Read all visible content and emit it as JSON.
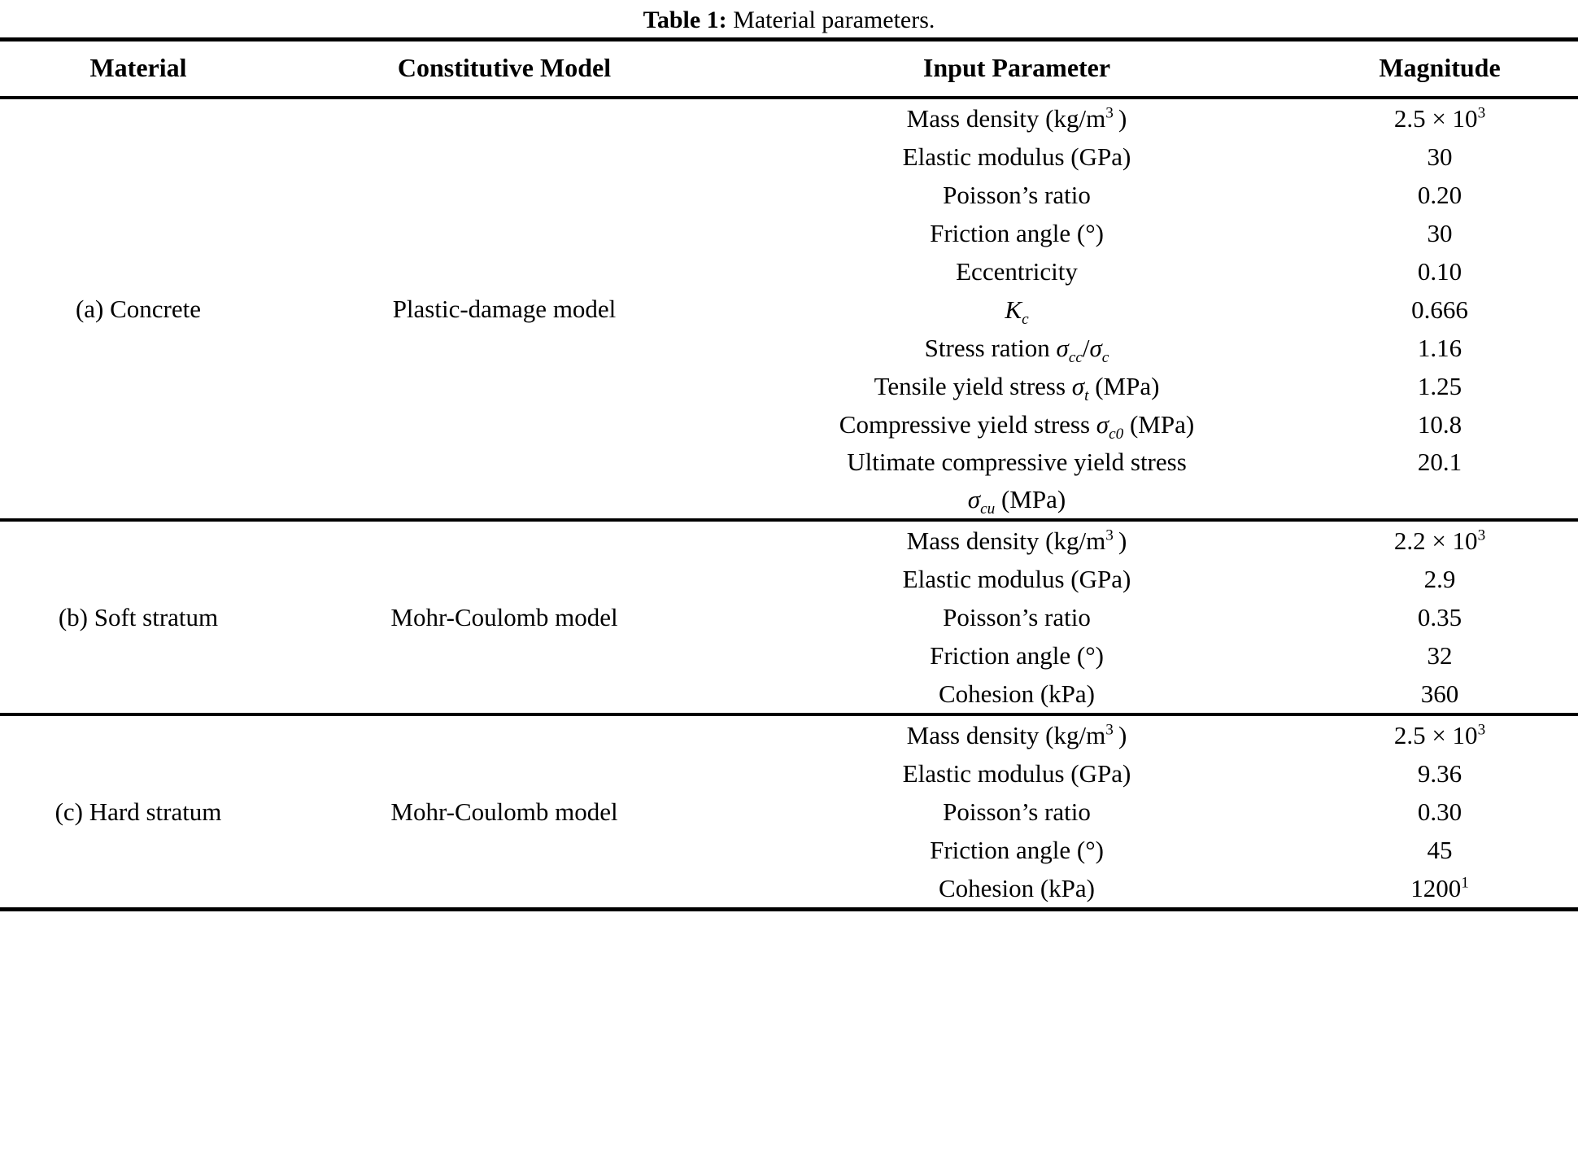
{
  "caption": {
    "label": "Table 1:",
    "text": " Material parameters."
  },
  "columns": [
    {
      "key": "material",
      "label": "Material"
    },
    {
      "key": "model",
      "label": "Constitutive Model"
    },
    {
      "key": "parameter",
      "label": "Input Parameter"
    },
    {
      "key": "magnitude",
      "label": "Magnitude"
    }
  ],
  "sections": [
    {
      "material": "(a) Concrete",
      "model": "Plastic-damage model",
      "rows": [
        {
          "parameter": "Mass density (kg/m³ )",
          "magnitude": "2.5 × 10³"
        },
        {
          "parameter": "Elastic modulus (GPa)",
          "magnitude": "30"
        },
        {
          "parameter": "Poisson’s ratio",
          "magnitude": "0.20"
        },
        {
          "parameter": "Friction angle (°)",
          "magnitude": "30"
        },
        {
          "parameter": "Eccentricity",
          "magnitude": "0.10"
        },
        {
          "parameter": "Kᶜ",
          "magnitude": "0.666"
        },
        {
          "parameter": "Stress ration σcc/σc",
          "magnitude": "1.16"
        },
        {
          "parameter": "Tensile yield stress σt (MPa)",
          "magnitude": "1.25"
        },
        {
          "parameter": "Compressive yield stress σc0 (MPa)",
          "magnitude": "10.8"
        },
        {
          "parameter": "Ultimate compressive yield stress σcu (MPa)",
          "magnitude": "20.1"
        }
      ]
    },
    {
      "material": "(b) Soft stratum",
      "model": "Mohr-Coulomb model",
      "rows": [
        {
          "parameter": "Mass density (kg/m³ )",
          "magnitude": "2.2 × 10³"
        },
        {
          "parameter": "Elastic modulus (GPa)",
          "magnitude": "2.9"
        },
        {
          "parameter": "Poisson’s ratio",
          "magnitude": "0.35"
        },
        {
          "parameter": "Friction angle (°)",
          "magnitude": "32"
        },
        {
          "parameter": "Cohesion (kPa)",
          "magnitude": "360"
        }
      ]
    },
    {
      "material": "(c) Hard stratum",
      "model": "Mohr-Coulomb model",
      "rows": [
        {
          "parameter": "Mass density (kg/m³ )",
          "magnitude": "2.5 × 10³"
        },
        {
          "parameter": "Elastic modulus (GPa)",
          "magnitude": "9.36"
        },
        {
          "parameter": "Poisson’s ratio",
          "magnitude": "0.30"
        },
        {
          "parameter": "Friction angle (°)",
          "magnitude": "45"
        },
        {
          "parameter": "Cohesion (kPa)",
          "magnitude": "1200",
          "magnitude_footnote": "1"
        }
      ]
    }
  ],
  "symbols": {
    "sigma": "σ",
    "times": "×",
    "degree": "°",
    "K": "K"
  }
}
